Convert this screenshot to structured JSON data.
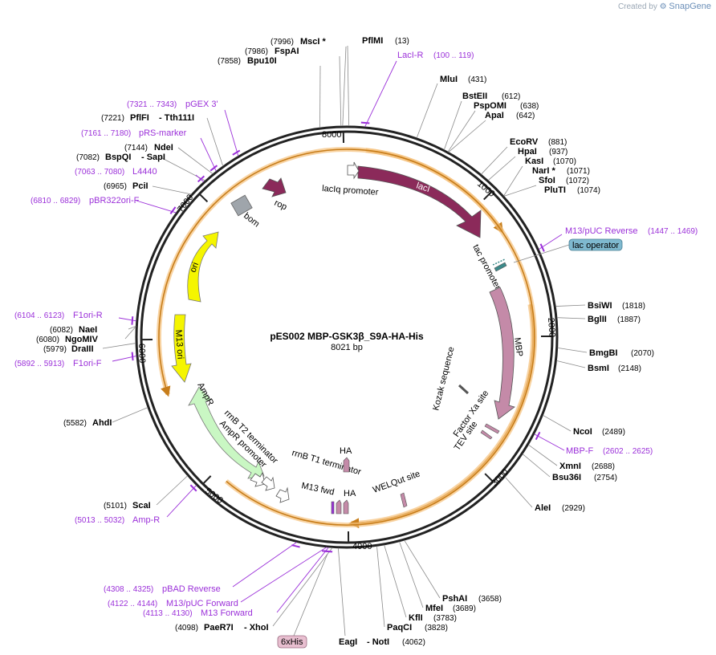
{
  "credit": {
    "prefix": "Created by",
    "brand": "SnapGene"
  },
  "plasmid": {
    "name": "pES002 MBP-GSK3β_S9A-HA-His",
    "size_label": "8021 bp",
    "length": 8021
  },
  "ticks": [
    "1000",
    "2000",
    "3000",
    "4000",
    "5000",
    "6000",
    "7000",
    "8000"
  ],
  "enzymes": [
    {
      "name": "MscI *",
      "pos": "(7996)"
    },
    {
      "name": "FspAI",
      "pos": "(7986)"
    },
    {
      "name": "Bpu10I",
      "pos": "(7858)"
    },
    {
      "name": "PflMI",
      "pos": "(13)"
    },
    {
      "name": "MluI",
      "pos": "(431)"
    },
    {
      "name": "BstEII",
      "pos": "(612)"
    },
    {
      "name": "PspOMI",
      "pos": "(638)"
    },
    {
      "name": "ApaI",
      "pos": "(642)"
    },
    {
      "name": "EcoRV",
      "pos": "(881)"
    },
    {
      "name": "HpaI",
      "pos": "(937)"
    },
    {
      "name": "KasI",
      "pos": "(1070)"
    },
    {
      "name": "NarI *",
      "pos": "(1071)"
    },
    {
      "name": "SfoI",
      "pos": "(1072)"
    },
    {
      "name": "PluTI",
      "pos": "(1074)"
    },
    {
      "name": "BsiWI",
      "pos": "(1818)"
    },
    {
      "name": "BglII",
      "pos": "(1887)"
    },
    {
      "name": "BmgBI",
      "pos": "(2070)"
    },
    {
      "name": "BsmI",
      "pos": "(2148)"
    },
    {
      "name": "NcoI",
      "pos": "(2489)"
    },
    {
      "name": "XmnI",
      "pos": "(2688)"
    },
    {
      "name": "Bsu36I",
      "pos": "(2754)"
    },
    {
      "name": "AleI",
      "pos": "(2929)"
    },
    {
      "name": "PshAI",
      "pos": "(3658)"
    },
    {
      "name": "MfeI",
      "pos": "(3689)"
    },
    {
      "name": "KflI",
      "pos": "(3783)"
    },
    {
      "name": "PaqCI",
      "pos": "(3828)"
    },
    {
      "name": "EagI",
      "pos": ""
    },
    {
      "name": "- NotI",
      "pos": "(4062)"
    },
    {
      "name": "PaeR7I",
      "pos": "(4098)"
    },
    {
      "name": "- XhoI",
      "pos": ""
    },
    {
      "name": "ScaI",
      "pos": "(5101)"
    },
    {
      "name": "AhdI",
      "pos": "(5582)"
    },
    {
      "name": "DraIII",
      "pos": "(5979)"
    },
    {
      "name": "NgoMIV",
      "pos": "(6080)"
    },
    {
      "name": "NaeI",
      "pos": "(6082)"
    },
    {
      "name": "PciI",
      "pos": "(6965)"
    },
    {
      "name": "BspQI",
      "pos": "(7082)"
    },
    {
      "name": "- SapI",
      "pos": ""
    },
    {
      "name": "NdeI",
      "pos": "(7144)"
    },
    {
      "name": "PflFI",
      "pos": "(7221)"
    },
    {
      "name": "- Tth111I",
      "pos": ""
    }
  ],
  "primers": [
    {
      "name": "LacI-R",
      "pos": "(100 .. 119)"
    },
    {
      "name": "pGEX 3'",
      "pos": "(7321 .. 7343)"
    },
    {
      "name": "pRS-marker",
      "pos": "(7161 .. 7180)"
    },
    {
      "name": "L4440",
      "pos": "(7063 .. 7080)"
    },
    {
      "name": "pBR322ori-F",
      "pos": "(6810 .. 6829)"
    },
    {
      "name": "M13/pUC Reverse",
      "pos": "(1447 .. 1469)"
    },
    {
      "name": "F1ori-R",
      "pos": "(6104 .. 6123)"
    },
    {
      "name": "F1ori-F",
      "pos": "(5892 .. 5913)"
    },
    {
      "name": "MBP-F",
      "pos": "(2602 .. 2625)"
    },
    {
      "name": "Amp-R",
      "pos": "(5013 .. 5032)"
    },
    {
      "name": "pBAD Reverse",
      "pos": "(4308 .. 4325)"
    },
    {
      "name": "M13/pUC Forward",
      "pos": "(4122 .. 4144)"
    },
    {
      "name": "M13 Forward",
      "pos": "(4113 .. 4130)"
    }
  ],
  "features": {
    "lacIq_promoter": "lacIq promoter",
    "lacI": "lacI",
    "rop": "rop",
    "bom": "bom",
    "ori": "ori",
    "M13_ori": "M13 ori",
    "AmpR": "AmpR",
    "AmpR_promoter": "AmpR promoter",
    "rrnB_T2": "rrnB T2 terminator",
    "rrnB_T1": "rrnB T1 terminator",
    "M13_fwd": "M13 fwd",
    "HA_1": "HA",
    "HA_2": "HA",
    "WELQut": "WELQut site",
    "tac": "tac promoter",
    "MBP": "MBP",
    "Kozak": "Kozak sequence",
    "FactorXa": "Factor Xa site",
    "TEV": "TEV site",
    "lac_operator": "lac operator",
    "6xHis": "6xHis"
  },
  "colors": {
    "backbone": "#222222",
    "lacI": "#8b2a5a",
    "MBP": "#c48aa8",
    "ori": "#f5f500",
    "AmpR": "#c9f7c3",
    "bom": "#9fa5ab",
    "primer": "#9b30d9",
    "orf_glow": "#f5c07a",
    "orf_line": "#c77d1a",
    "lac_operator_bg": "#7fb9cf",
    "his_bg": "#e8bfd0"
  }
}
